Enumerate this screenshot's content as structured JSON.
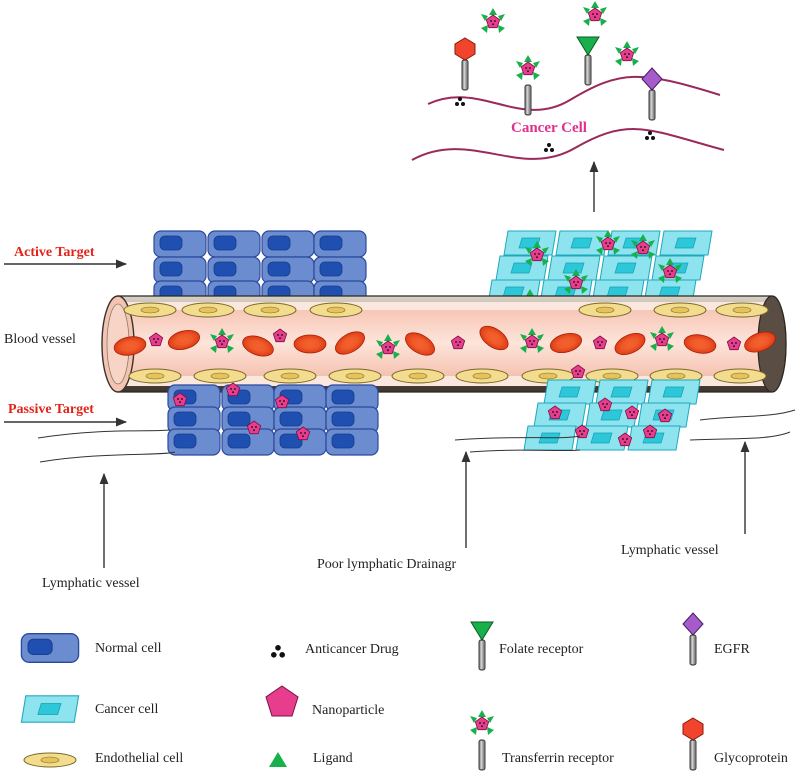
{
  "labels": {
    "active_target": "Active Target",
    "passive_target": "Passive Target",
    "blood_vessel": "Blood vessel",
    "cancer_cell": "Cancer Cell",
    "lymphatic_vessel_left": "Lymphatic vessel",
    "lymphatic_vessel_right": "Lymphatic vessel",
    "poor_drainage": "Poor lymphatic Drainagr"
  },
  "legend": {
    "normal_cell": "Normal cell",
    "cancer_cell": "Cancer cell",
    "endothelial_cell": "Endothelial cell",
    "anticancer_drug": "Anticancer Drug",
    "nanoparticle": "Nanoparticle",
    "ligand": "Ligand",
    "folate_receptor": "Folate receptor",
    "transferrin_receptor": "Transferrin receptor",
    "egfr": "EGFR",
    "glycoprotein": "Glycoprotein"
  },
  "colors": {
    "normal_cell": "#6b8ccf",
    "normal_nucleus": "#1f4fb0",
    "cancer_cell": "#8ee4ee",
    "cancer_nucleus": "#2cc7d8",
    "endothelial": "#f3dc8e",
    "rbc": "#e8401c",
    "nanoparticle": "#e83d8c",
    "ligand": "#18b04a",
    "membrane": "#9a2a5a",
    "label_red": "#e2231a",
    "label_pink": "#e0308e"
  }
}
